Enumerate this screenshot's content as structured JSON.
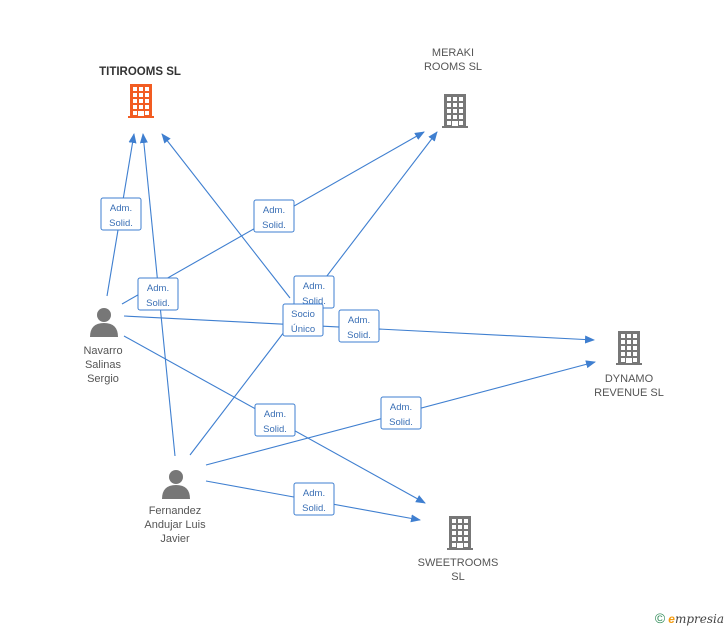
{
  "colors": {
    "edge": "#3f7fd0",
    "company_main": "#f25c22",
    "company": "#777777",
    "person": "#777777"
  },
  "nodes": [
    {
      "id": "titirooms",
      "type": "company",
      "main": true,
      "label": [
        "TITIROOMS  SL"
      ]
    },
    {
      "id": "meraki",
      "type": "company",
      "label": [
        "MERAKI",
        "ROOMS  SL"
      ]
    },
    {
      "id": "dynamo",
      "type": "company",
      "label": [
        "DYNAMO",
        "REVENUE  SL"
      ]
    },
    {
      "id": "sweetrooms",
      "type": "company",
      "label": [
        "SWEETROOMS",
        "SL"
      ]
    },
    {
      "id": "navarro",
      "type": "person",
      "label": [
        "Navarro",
        "Salinas",
        "Sergio"
      ]
    },
    {
      "id": "fernandez",
      "type": "person",
      "label": [
        "Fernandez",
        "Andujar Luis",
        "Javier"
      ]
    }
  ],
  "edges": [
    {
      "from": "navarro",
      "to": "titirooms",
      "label": [
        "Adm.",
        "Solid."
      ]
    },
    {
      "from": "fernandez",
      "to": "titirooms",
      "label": [
        "Adm.",
        "Solid."
      ]
    },
    {
      "from": "navarro",
      "to": "meraki",
      "label": [
        "Adm.",
        "Solid."
      ]
    },
    {
      "from": "sweetrooms",
      "to": "titirooms",
      "label": [
        "Adm.",
        "Solid."
      ]
    },
    {
      "from": "fernandez",
      "to": "meraki",
      "label": [
        "Socio",
        "Único"
      ]
    },
    {
      "from": "navarro",
      "to": "dynamo",
      "label": [
        "Adm.",
        "Solid."
      ]
    },
    {
      "from": "navarro",
      "to": "sweetrooms",
      "label": [
        "Adm.",
        "Solid."
      ]
    },
    {
      "from": "fernandez",
      "to": "dynamo",
      "label": [
        "Adm.",
        "Solid."
      ]
    },
    {
      "from": "fernandez",
      "to": "sweetrooms",
      "label": [
        "Adm.",
        "Solid."
      ]
    }
  ],
  "footer": {
    "copyright_symbol": "©",
    "brand_initial": "e",
    "brand_rest": "mpresia"
  }
}
